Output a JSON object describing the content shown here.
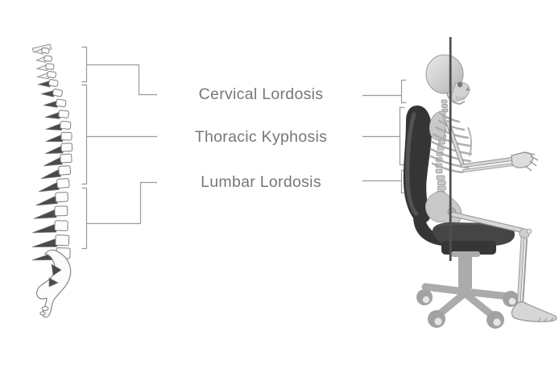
{
  "diagram": {
    "type": "anatomy-posture-infographic",
    "labels": [
      {
        "id": "cervical",
        "text": "Cervical Lordosis"
      },
      {
        "id": "thoracic",
        "text": "Thoracic Kyphosis"
      },
      {
        "id": "lumbar",
        "text": "Lumbar Lordosis"
      }
    ],
    "colors": {
      "background": "#ffffff",
      "label_text": "#77777b",
      "leader_line": "#9b9b9b",
      "bone_fill": "#fdfdfd",
      "bone_stroke": "#7d7d7d",
      "process_dark": "#4a4a4a",
      "skeleton_bone": "#c9c9c9",
      "skeleton_stroke": "#8f8f8f",
      "chair_dark": "#353535",
      "chair_seat": "#454545",
      "chair_base": "#ababab",
      "plumb_line": "#4f4f4f"
    }
  }
}
